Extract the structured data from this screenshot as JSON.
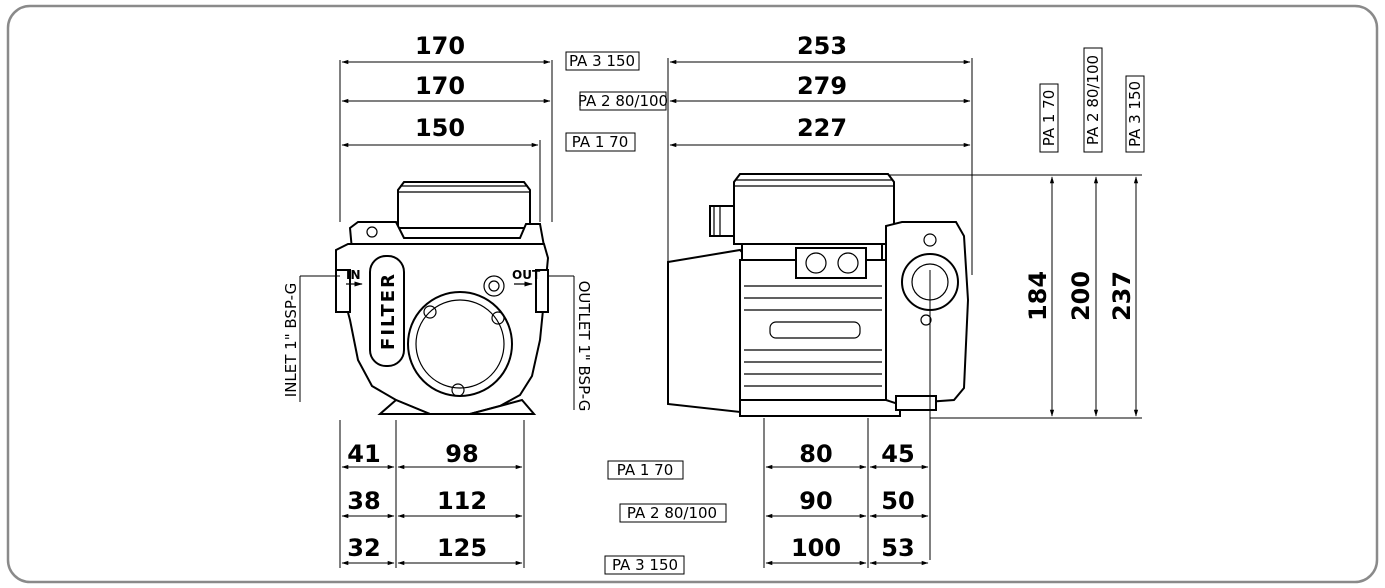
{
  "top_dims_front": [
    {
      "value": "170",
      "model": "PA 3 150"
    },
    {
      "value": "170",
      "model": "PA 2 80/100"
    },
    {
      "value": "150",
      "model": "PA 1 70"
    }
  ],
  "top_dims_side": [
    {
      "value": "253"
    },
    {
      "value": "279"
    },
    {
      "value": "227"
    }
  ],
  "height_models": [
    "PA 1 70",
    "PA 2 80/100",
    "PA 3 150"
  ],
  "height_dims": [
    "184",
    "200",
    "237"
  ],
  "ports": {
    "in_label": "IN",
    "out_label": "OUT",
    "filter_label": "FILTER",
    "inlet": "INLET 1\" BSP-G",
    "outlet": "OUTLET 1\" BSP-G"
  },
  "bottom_rows": [
    {
      "a": "41",
      "b": "98",
      "model": "PA 1 70",
      "c": "80",
      "d": "45"
    },
    {
      "a": "38",
      "b": "112",
      "model": "PA 2 80/100",
      "c": "90",
      "d": "50"
    },
    {
      "a": "32",
      "b": "125",
      "model": "PA 3 150",
      "c": "100",
      "d": "53"
    }
  ]
}
